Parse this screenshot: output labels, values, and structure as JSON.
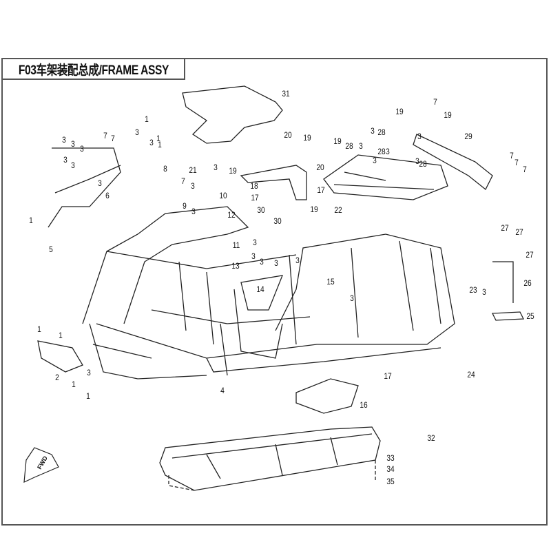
{
  "title": "F03车架装配总成/FRAME ASSY",
  "direction_indicator": "FWD",
  "callouts": [
    "31",
    "19",
    "7",
    "19",
    "29",
    "3",
    "28",
    "3",
    "20",
    "19",
    "19",
    "28",
    "3",
    "28",
    "3",
    "3",
    "3",
    "28",
    "20",
    "19",
    "18",
    "17",
    "30",
    "30",
    "17",
    "19",
    "22",
    "3",
    "3",
    "3",
    "7",
    "7",
    "3",
    "3",
    "3",
    "6",
    "1",
    "5",
    "1",
    "3",
    "1",
    "3",
    "1",
    "8",
    "7",
    "3",
    "21",
    "3",
    "9",
    "3",
    "10",
    "12",
    "11",
    "13",
    "3",
    "3",
    "3",
    "3",
    "3",
    "14",
    "15",
    "3",
    "7",
    "7",
    "7",
    "27",
    "27",
    "27",
    "23",
    "3",
    "26",
    "25",
    "24",
    "17",
    "16",
    "1",
    "1",
    "2",
    "1",
    "3",
    "1",
    "4",
    "32",
    "33",
    "34",
    "35"
  ]
}
